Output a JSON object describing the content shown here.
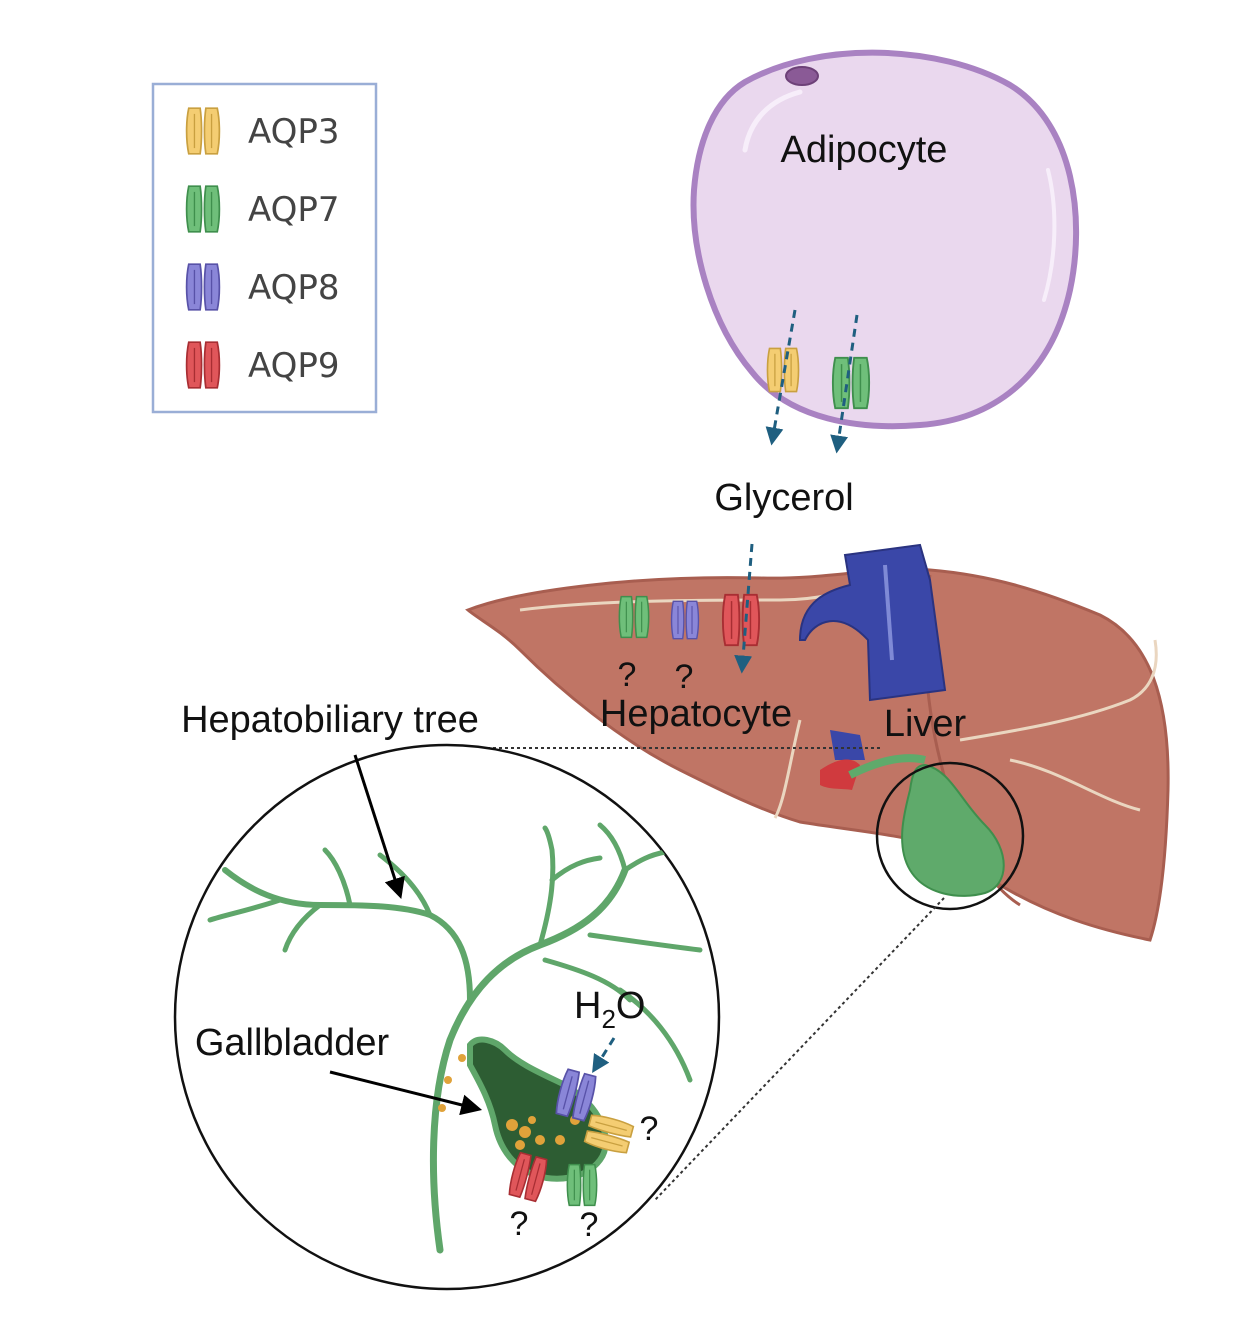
{
  "legend": {
    "items": [
      {
        "label": "AQP3",
        "color": "#f4cd72",
        "dark": "#c9a040"
      },
      {
        "label": "AQP7",
        "color": "#6fbf7a",
        "dark": "#3f8f4d"
      },
      {
        "label": "AQP8",
        "color": "#8a86d8",
        "dark": "#5852a8"
      },
      {
        "label": "AQP9",
        "color": "#e0565a",
        "dark": "#a82e33"
      }
    ]
  },
  "labels": {
    "adipocyte": "Adipocyte",
    "glycerol": "Glycerol",
    "hepatocyte": "Hepatocyte",
    "liver": "Liver",
    "hepatobiliary_tree": "Hepatobiliary tree",
    "gallbladder": "Gallbladder",
    "water_main": "H",
    "water_sub": "2",
    "water_tail": "O",
    "unknown": "?"
  },
  "colors": {
    "adipocyte_fill": "#ead8ee",
    "adipocyte_stroke": "#a982c2",
    "liver_fill": "#c07565",
    "liver_dark": "#a85e50",
    "vein": "#3a47a8",
    "bile_tree": "#5fa66a",
    "gallbladder": "#5faa6b",
    "arrow_dashed": "#1f5f80"
  }
}
